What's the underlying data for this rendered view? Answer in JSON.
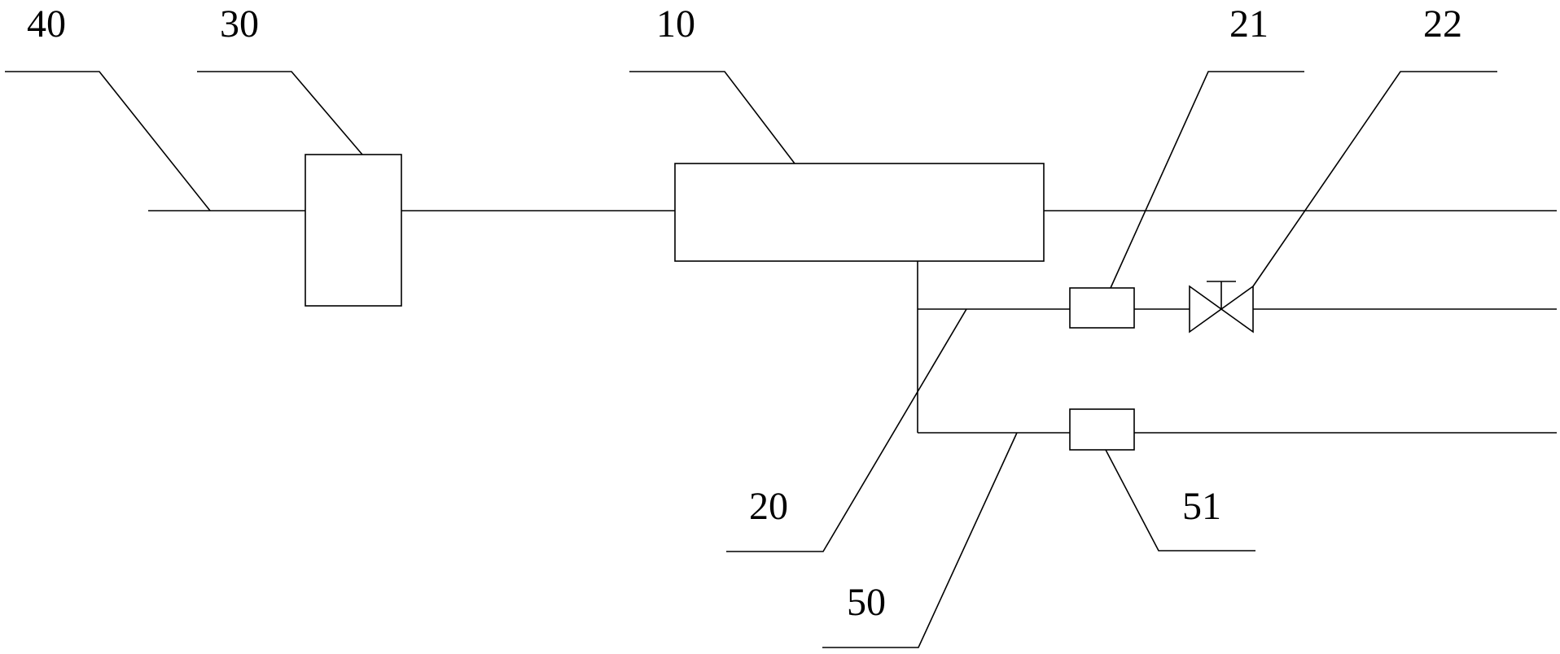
{
  "labels": {
    "label_10": "10",
    "label_20": "20",
    "label_21": "21",
    "label_22": "22",
    "label_30": "30",
    "label_40": "40",
    "label_50": "50",
    "label_51": "51"
  }
}
